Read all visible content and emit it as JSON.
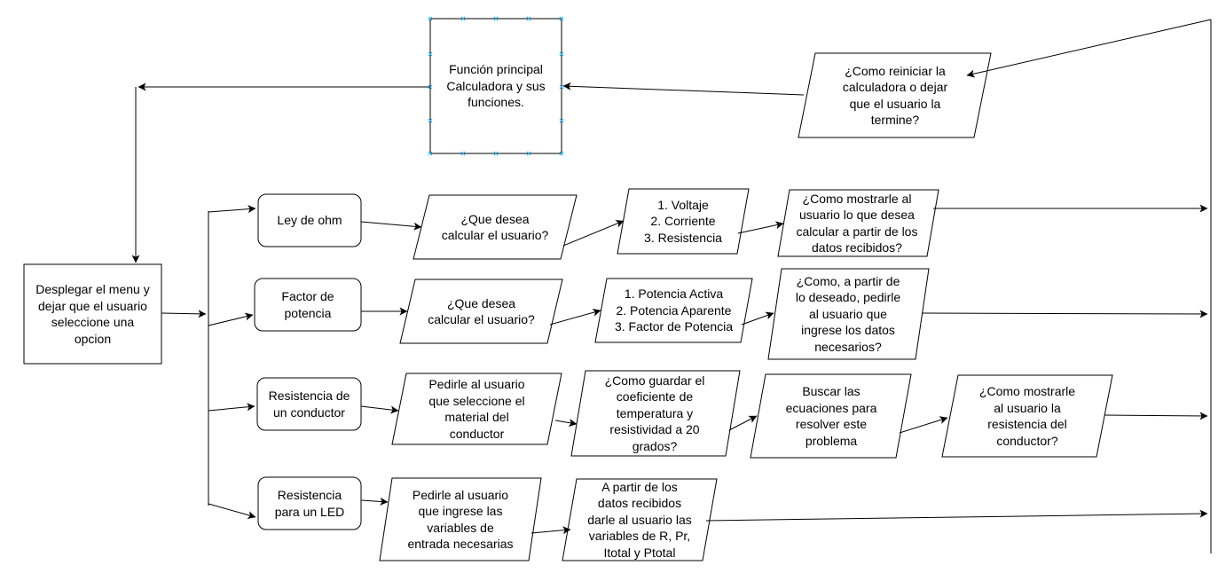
{
  "nodes": {
    "main": "Función principal\nCalculadora y sus\nfunciones.",
    "restart": "¿Como reiniciar la\ncalculadora o dejar\nque el usuario la\ntermine?",
    "menu": "Desplegar el menu y\ndejar que el usuario\nseleccione una\nopcion",
    "ohm": "Ley de ohm",
    "ohm_q": "¿Que desea\ncalcular el usuario?",
    "ohm_opts": "1. Voltaje\n2. Corriente\n3. Resistencia",
    "ohm_show": "¿Como mostrarle al\nusuario lo que desea\ncalcular a partir de los\ndatos recibidos?",
    "pf": "Factor de\npotencia",
    "pf_q": "¿Que desea\ncalcular el usuario?",
    "pf_opts": "1. Potencia Activa\n2. Potencia Aparente\n3. Factor de Potencia",
    "pf_ask": "¿Como, a partir de\nlo deseado, pedirle\nal usuario que\ningrese los datos\nnecesarios?",
    "rc": "Resistencia de\nun conductor",
    "rc_ask": "Pedirle al usuario\nque seleccione el\nmaterial del\nconductor",
    "rc_store": "¿Como guardar el\ncoeficiente de\ntemperatura y\nresistividad a 20\ngrados?",
    "rc_eq": "Buscar las\necuaciones para\nresolver este\nproblema",
    "rc_show": "¿Como mostrarle\nal usuario la\nresistencia del\nconductor?",
    "led": "Resistencia\npara un LED",
    "led_ask": "Pedirle al usuario\nque ingrese las\nvariables de\nentrada necesarias",
    "led_give": "A partir de los\ndatos recibidos\ndarle al usuario las\nvariables de R, Pr,\nItotal y Ptotal"
  },
  "colors": {
    "stroke": "#000000",
    "selection": "#29b6f2"
  }
}
